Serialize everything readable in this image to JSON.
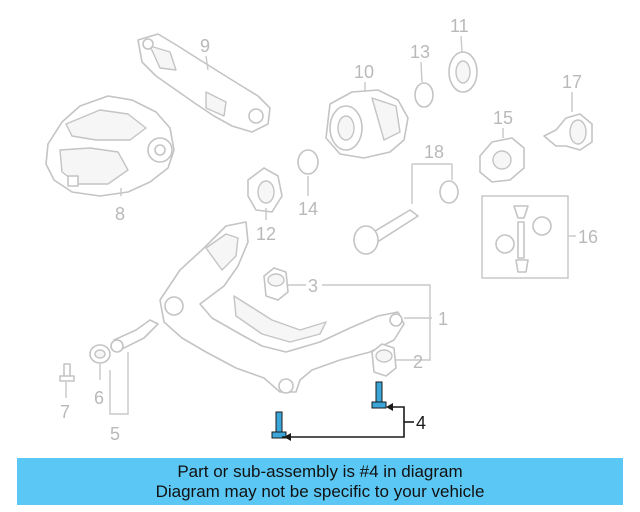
{
  "diagram": {
    "callouts": [
      "1",
      "2",
      "3",
      "4",
      "5",
      "6",
      "7",
      "8",
      "9",
      "10",
      "11",
      "12",
      "13",
      "14",
      "15",
      "16",
      "17",
      "18"
    ],
    "highlighted_callout": "4",
    "colors": {
      "part_outline": "#c4c4c4",
      "highlight_part": "#3aa6d9",
      "highlight_line": "#1a1a1a"
    }
  },
  "banner": {
    "line1": "Part or sub-assembly is #4 in diagram",
    "line2": "Diagram may not be specific to your vehicle",
    "color": "#5bc7f5"
  }
}
